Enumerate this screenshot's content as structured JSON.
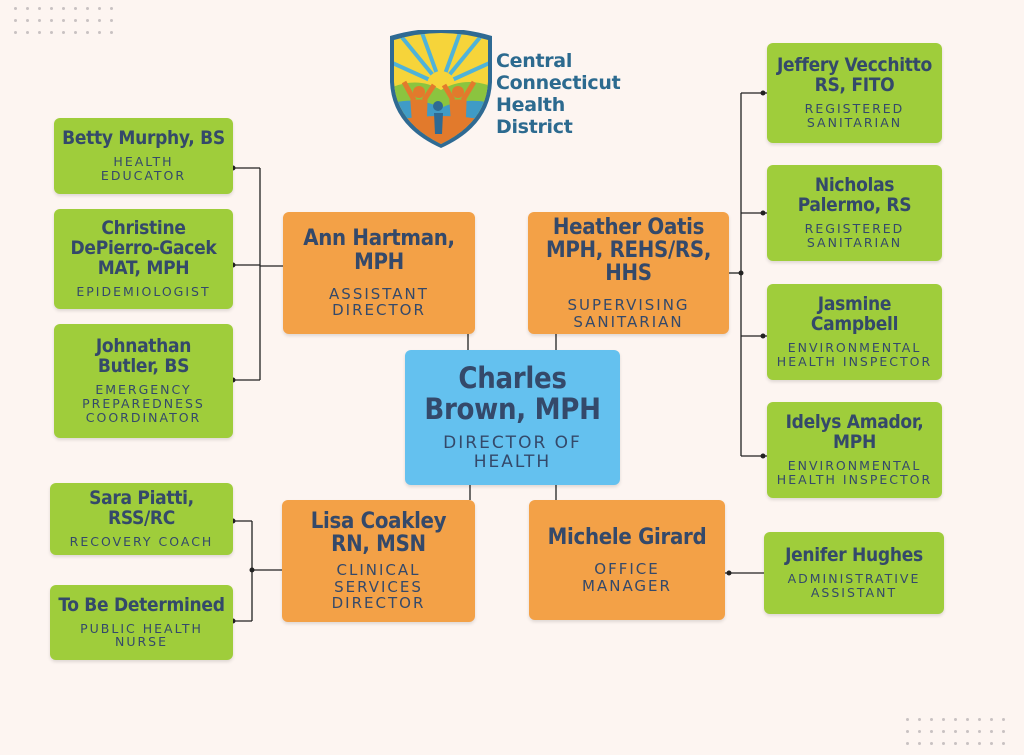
{
  "logo": {
    "line1": "Central",
    "line2": "Connecticut",
    "line3": "Health",
    "line4": "District"
  },
  "director": {
    "name": "Charles Brown, MPH",
    "title": "DIRECTOR OF HEALTH"
  },
  "assistant": {
    "name": "Ann Hartman, MPH",
    "title": "ASSISTANT DIRECTOR"
  },
  "supervising": {
    "name": "Heather Oatis MPH, REHS/RS, HHS",
    "title": "SUPERVISING SANITARIAN"
  },
  "clinical": {
    "name": "Lisa Coakley RN, MSN",
    "title": "CLINICAL SERVICES DIRECTOR"
  },
  "office": {
    "name": "Michele Girard",
    "title": "OFFICE MANAGER"
  },
  "left_top": [
    {
      "name": "Betty Murphy, BS",
      "title": "HEALTH EDUCATOR"
    },
    {
      "name": "Christine DePierro-Gacek MAT, MPH",
      "title": "EPIDEMIOLOGIST"
    },
    {
      "name": "Johnathan Butler, BS",
      "title": "EMERGENCY PREPAREDNESS COORDINATOR"
    }
  ],
  "left_bottom": [
    {
      "name": "Sara Piatti, RSS/RC",
      "title": "RECOVERY COACH"
    },
    {
      "name": "To Be Determined",
      "title": "PUBLIC HEALTH NURSE"
    }
  ],
  "right_top": [
    {
      "name": "Jeffery Vecchitto RS, FITO",
      "title": "REGISTERED SANITARIAN"
    },
    {
      "name": "Nicholas Palermo, RS",
      "title": "REGISTERED SANITARIAN"
    },
    {
      "name": "Jasmine Campbell",
      "title": "ENVIRONMENTAL HEALTH INSPECTOR"
    },
    {
      "name": "Idelys Amador, MPH",
      "title": "ENVIRONMENTAL HEALTH INSPECTOR"
    }
  ],
  "right_bottom": [
    {
      "name": "Jenifer Hughes",
      "title": "ADMINISTRATIVE ASSISTANT"
    }
  ],
  "colors": {
    "green": "#9fcd3b",
    "orange": "#f3a147",
    "blue": "#64c1ef",
    "text": "#34496a",
    "line": "#222222"
  }
}
